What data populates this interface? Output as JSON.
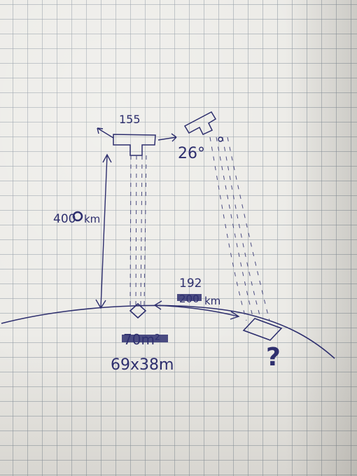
{
  "sketch": {
    "labels": {
      "satellite_width": "155",
      "tilt_angle": "26°",
      "altitude_value": "400",
      "altitude_unit": "km",
      "ground_distance_new": "192",
      "ground_distance_old": "200",
      "ground_distance_unit": "km",
      "footprint_area_old": "70m²",
      "footprint_size": "69x38m",
      "unknown_marker": "?"
    }
  }
}
